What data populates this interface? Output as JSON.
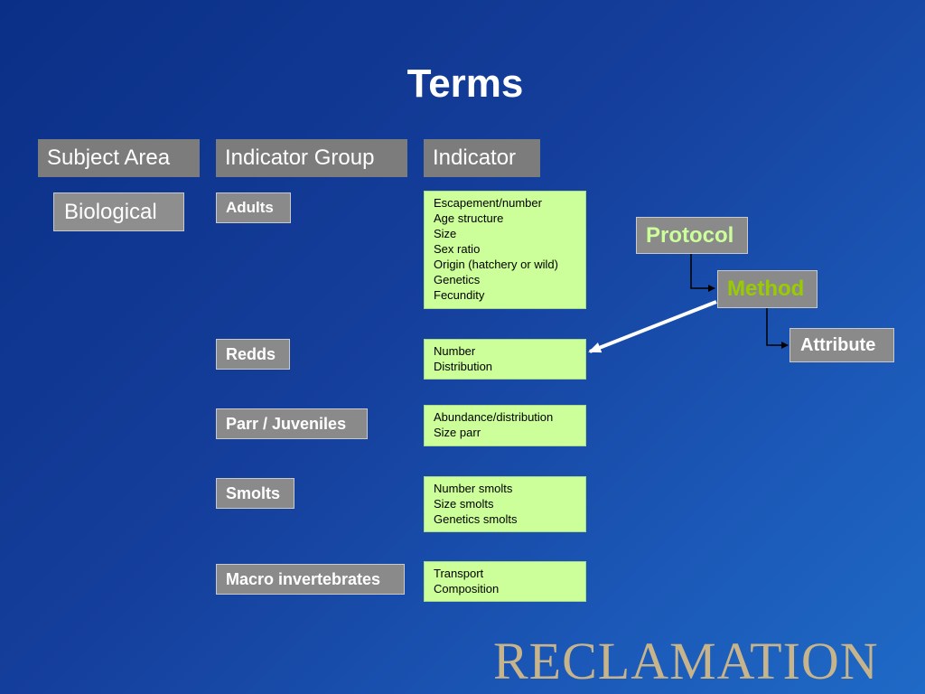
{
  "title": "Terms",
  "headers": {
    "subject_area": "Subject Area",
    "indicator_group": "Indicator Group",
    "indicator": "Indicator"
  },
  "subject": "Biological",
  "groups": {
    "adults": "Adults",
    "redds": "Redds",
    "parr": "Parr / Juveniles",
    "smolts": "Smolts",
    "macro": "Macro invertebrates"
  },
  "indicators": {
    "adults": [
      "Escapement/number",
      "Age structure",
      "Size",
      "Sex ratio",
      "Origin (hatchery or wild)",
      "Genetics",
      "Fecundity"
    ],
    "redds": [
      "Number",
      "Distribution"
    ],
    "parr": [
      "Abundance/distribution",
      "Size parr"
    ],
    "smolts": [
      "Number smolts",
      "Size smolts",
      "Genetics smolts"
    ],
    "macro": [
      "Transport",
      "Composition"
    ]
  },
  "hierarchy": {
    "protocol": "Protocol",
    "method": "Method",
    "attribute": "Attribute"
  },
  "logo": "RECLAMATION",
  "colors": {
    "background_start": "#0a2f86",
    "background_end": "#1f6ac6",
    "header_box": "#7c7c7c",
    "label_box": "#8a8a8a",
    "indicator_box": "#ccff99",
    "protocol_text": "#ccff99",
    "method_text": "#99cc00",
    "logo": "#c8b48a"
  }
}
